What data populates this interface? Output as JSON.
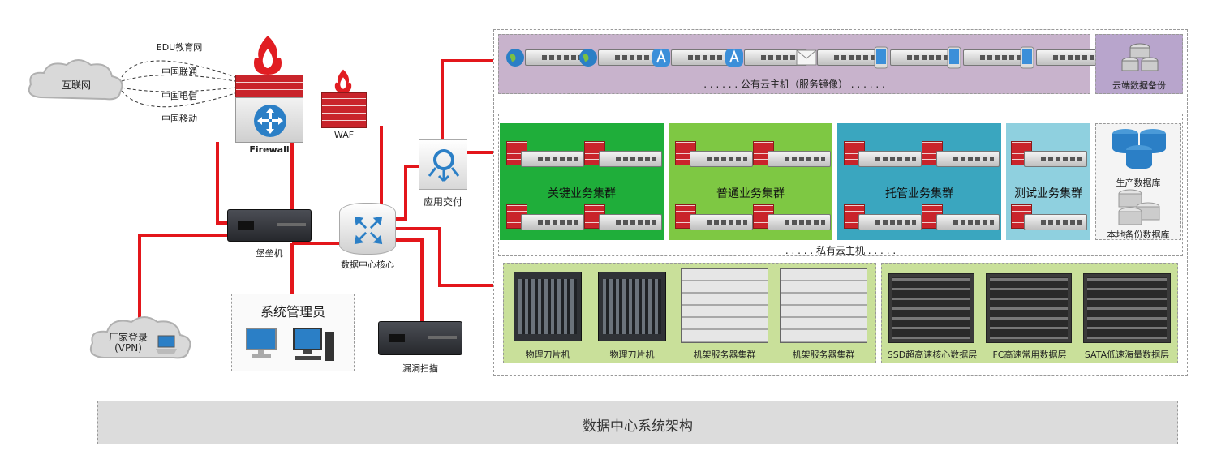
{
  "internet": {
    "label": "互联网",
    "isps": [
      "EDU教育网",
      "中国联通",
      "中国电信",
      "中国移动"
    ]
  },
  "firewall": {
    "label": "Firewall"
  },
  "waf": {
    "label": "WAF"
  },
  "bastion": {
    "label": "堡垒机"
  },
  "vpn": {
    "label": "厂家登录\n(VPN)"
  },
  "admin": {
    "label": "系统管理员"
  },
  "core": {
    "label": "数据中心核心"
  },
  "vuln_scan": {
    "label": "漏洞扫描"
  },
  "app_delivery": {
    "label": "应用交付"
  },
  "public_cloud": {
    "label": ". . . . . .   公有云主机（服务镜像）  . . . . . .",
    "backup_label": "云端数据备份"
  },
  "private_cloud": {
    "label": ". . . . .   私有云主机  . . . . .",
    "clusters": [
      {
        "label": "关键业务集群",
        "color": "#1fae3a"
      },
      {
        "label": "普通业务集群",
        "color": "#7ec843"
      },
      {
        "label": "托管业务集群",
        "color": "#3aa6bf"
      },
      {
        "label": "测试业务集群",
        "color": "#8fd0df"
      }
    ],
    "db_labels": [
      "生产数据库",
      "本地备份数据库"
    ]
  },
  "hardware": {
    "compute": [
      "物理刀片机",
      "物理刀片机",
      "机架服务器集群",
      "机架服务器集群"
    ],
    "storage": [
      "SSD超高速核心数据层",
      "FC高速常用数据层",
      "SATA低速海量数据层"
    ]
  },
  "footer": {
    "title": "数据中心系统架构"
  },
  "colors": {
    "wire": "#e3161b",
    "public_bg": "#c8b3cc",
    "backup_bg": "#b8a5cc",
    "hw_bg": "#c9e09a"
  }
}
